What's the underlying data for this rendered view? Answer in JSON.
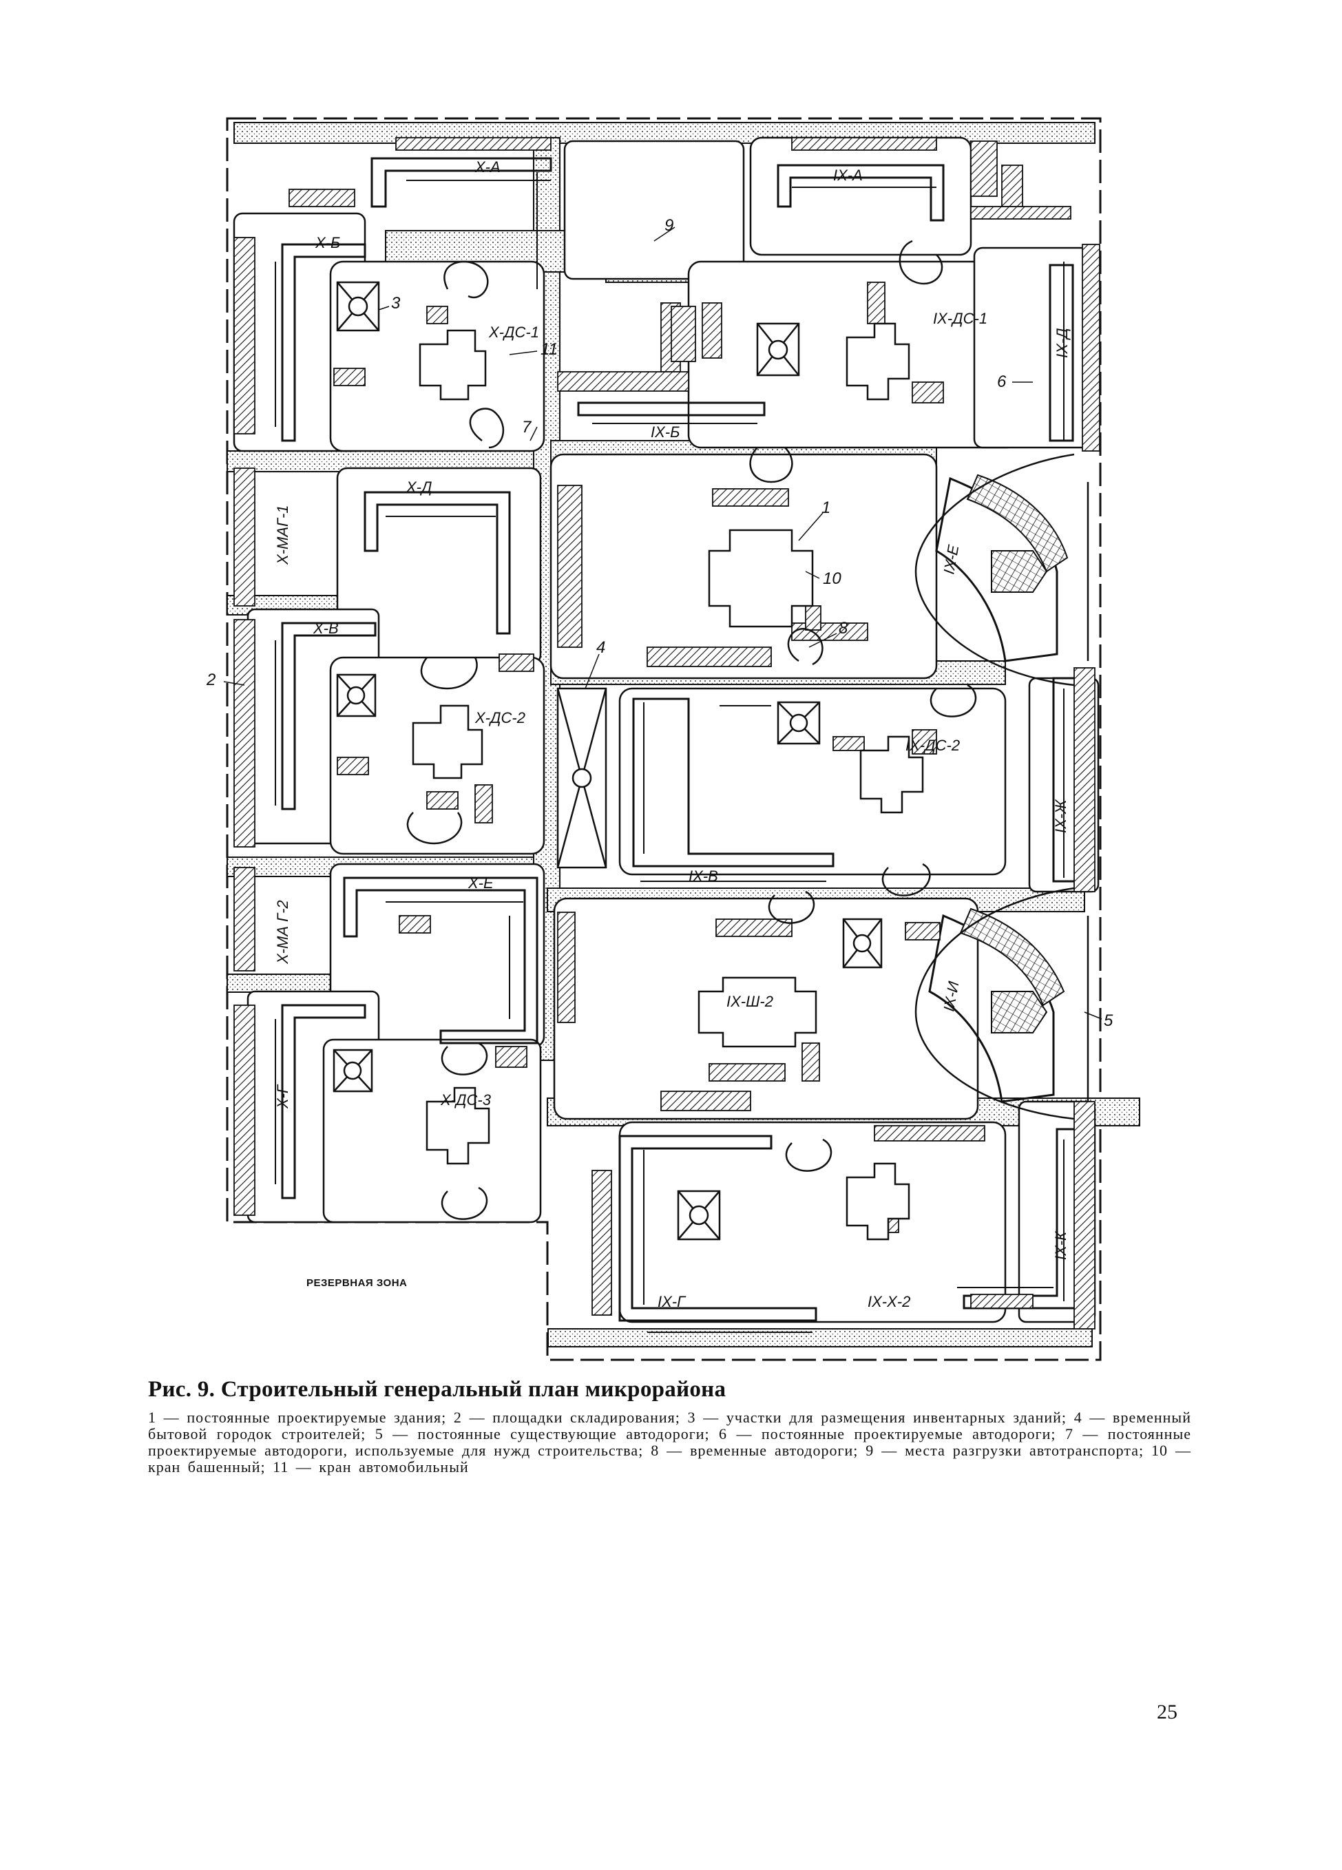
{
  "figure": {
    "reserve_zone": "РЕЗЕРВНАЯ ЗОНА",
    "building_labels": [
      "X-А",
      "IX-А",
      "X-Б",
      "X-ДС-1",
      "IX-ДС-1",
      "IX-Б",
      "IX-Д",
      "X-Д",
      "X-МАГ-1",
      "IX-Е",
      "X-В",
      "X-ДС-2",
      "IX-ДС-2",
      "IX-В",
      "IX-Ж",
      "X-Е",
      "X-МА Г-2",
      "IX-Ш-2",
      "IX-И",
      "X-Г",
      "X-ДС-3",
      "IX-Г",
      "IX-Х-2",
      "IX-К"
    ],
    "callouts": [
      "1",
      "2",
      "3",
      "4",
      "5",
      "6",
      "7",
      "8",
      "9",
      "10",
      "11"
    ]
  },
  "caption": {
    "title": "Рис. 9. Строительный генеральный план микрорайона",
    "legend": "1 — постоянные проектируемые здания; 2 — площадки складирования; 3 — участки для размещения инвентарных зданий; 4 — временный бытовой городок строителей; 5 — постоянные существующие автодороги; 6 — постоянные проектируемые автодороги; 7 — постоянные проектируемые автодороги, используемые для нужд строительства; 8 — временные автодороги; 9 — места разгрузки автотранспорта; 10 — кран башенный; 11 — кран автомобильный"
  },
  "page_number": "25"
}
